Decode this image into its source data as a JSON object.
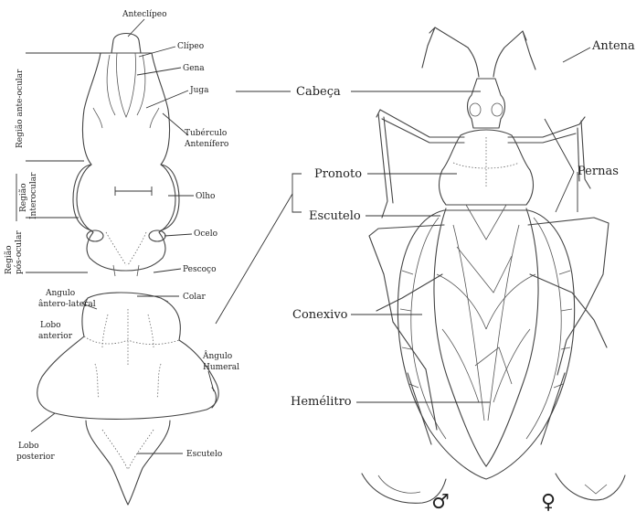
{
  "head_view": {
    "anteclipeo": "Anteclípeo",
    "clipeo": "Clípeo",
    "gena": "Gena",
    "juga": "Juga",
    "tuberculo": [
      "Tubérculo",
      "Antenífero"
    ],
    "olho": "Olho",
    "ocelo": "Ocelo",
    "pescoco": "Pescoço",
    "regiao_ante_ocular": "Região ante-ocular",
    "regiao_interocular": [
      "Região",
      "Interocular"
    ],
    "regiao_pos_ocular": [
      "Região",
      "pós-ocular"
    ]
  },
  "pronotum_view": {
    "colar": "Colar",
    "angulo_antero_lateral": [
      "Angulo",
      "ântero-lateral"
    ],
    "lobo_anterior": [
      "Lobo",
      "anterior"
    ],
    "angulo_humeral": [
      "Ângulo",
      "Humeral"
    ],
    "lobo_posterior": [
      "Lobo",
      "posterior"
    ],
    "escutelo": "Escutelo"
  },
  "body_view": {
    "antena": "Antena",
    "cabeca": "Cabeça",
    "pronoto": "Pronoto",
    "escutelo": "Escutelo",
    "pernas": "Pernas",
    "conexivo": "Conexivo",
    "hemelitro": "Hemélitro"
  },
  "sex_symbols": {
    "male": "♂",
    "female": "♀"
  },
  "colors": {
    "line": "#444444",
    "text": "#222222",
    "background": "#ffffff"
  }
}
